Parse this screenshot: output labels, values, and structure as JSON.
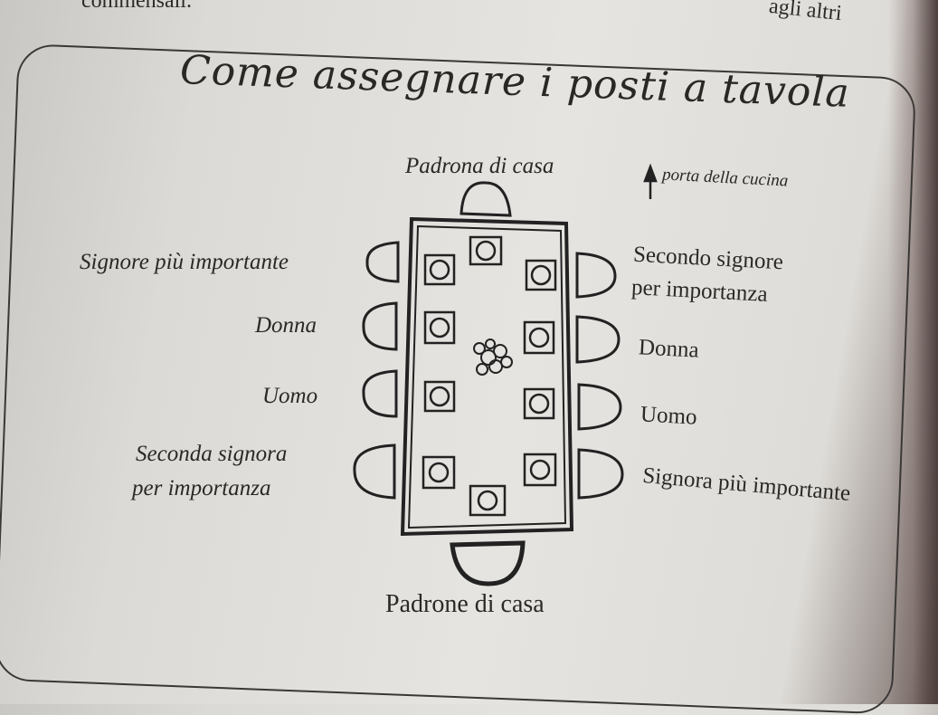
{
  "top_text": {
    "left_fragment": "commensali.",
    "right_fragment": "agli altri"
  },
  "title": "Come assegnare i posti a tavola",
  "labels": {
    "padrona": "Padrona di casa",
    "porta": "porta della cucina",
    "left1": "Signore più importante",
    "left2": "Donna",
    "left3": "Uomo",
    "left4_l1": "Seconda signora",
    "left4_l2": "per importanza",
    "right1_l1": "Secondo signore",
    "right1_l2": "per importanza",
    "right2": "Donna",
    "right3": "Uomo",
    "right4": "Signora più importante",
    "padrone": "Padrone di casa"
  },
  "icons": {
    "arrow": "arrow-up-icon"
  }
}
